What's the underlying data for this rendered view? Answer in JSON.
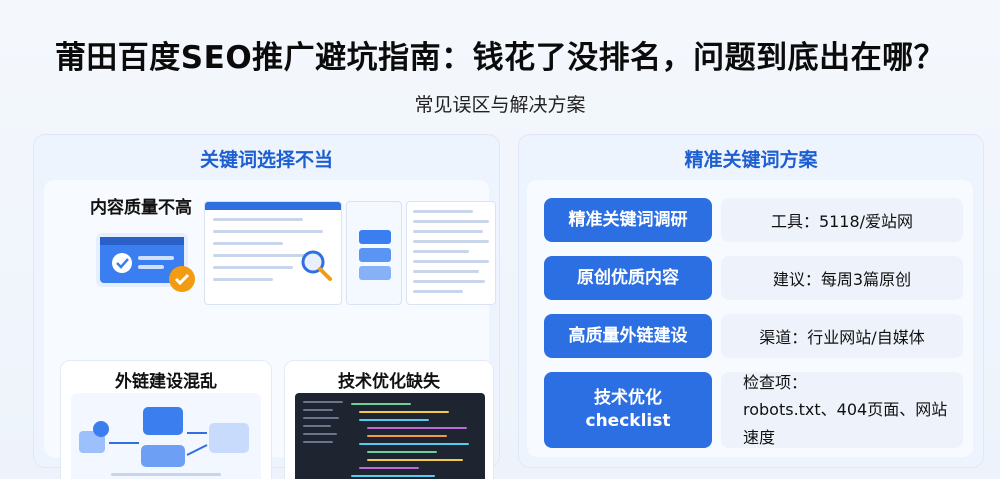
{
  "header": {
    "title": "莆田百度SEO推广避坑指南：钱花了没排名，问题到底出在哪？",
    "subtitle": "常见误区与解决方案"
  },
  "left_panel": {
    "heading": "关键词选择不当",
    "cards": {
      "quality_label": "内容质量不高",
      "links_label": "外链建设混乱",
      "tech_label": "技术优化缺失"
    }
  },
  "right_panel": {
    "heading": "精准关键词方案",
    "rows": [
      {
        "label": "精准关键词调研",
        "value": "工具：5118/爱站网"
      },
      {
        "label": "原创优质内容",
        "value": "建议：每周3篇原创"
      },
      {
        "label": "高质量外链建设",
        "value": "渠道：行业网站/自媒体"
      },
      {
        "label_line1": "技术优化",
        "label_line2": "checklist",
        "value_line1": "检查项：",
        "value_line2": "robots.txt、404页面、网站速度"
      }
    ]
  },
  "colors": {
    "accent": "#2c6fe3",
    "heading_blue": "#1d5fd1",
    "check_orange": "#f39c12"
  },
  "icons": [
    "browser-check-icon",
    "magnifier-icon",
    "server-stack-icon",
    "network-icon"
  ]
}
